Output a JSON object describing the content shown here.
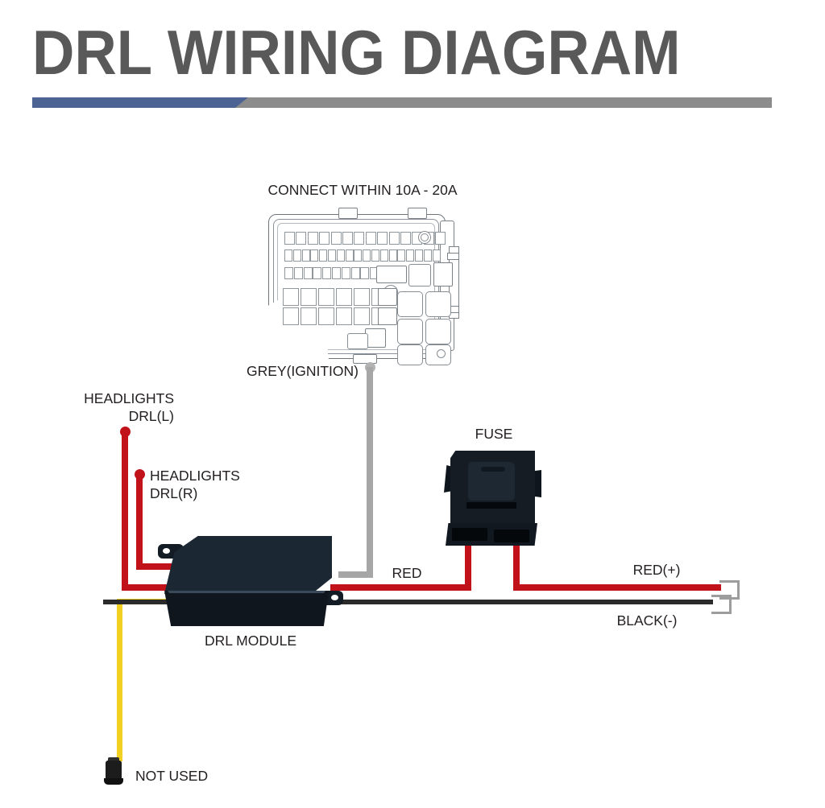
{
  "header": {
    "title": "DRL WIRING DIAGRAM",
    "rule_blue_color": "#4c6394",
    "rule_grey_color": "#8c8c8c",
    "title_color": "#595959"
  },
  "diagram": {
    "type": "wiring-diagram",
    "labels": {
      "fusebox_note": "CONNECT WITHIN 10A - 20A",
      "ignition_wire": "GREY(IGNITION)",
      "headlight_left_line1": "HEADLIGHTS",
      "headlight_left_line2": "DRL(L)",
      "headlight_right_line1": "HEADLIGHTS",
      "headlight_right_line2": "DRL(R)",
      "drl_module": "DRL MODULE",
      "fuse": "FUSE",
      "red_wire": "RED",
      "red_positive": "RED(+)",
      "black_negative": "BLACK(-)",
      "not_used": "NOT USED"
    },
    "components": [
      {
        "name": "fuse-box",
        "label": "CONNECT WITHIN 10A - 20A"
      },
      {
        "name": "drl-module",
        "label": "DRL MODULE"
      },
      {
        "name": "fuse-holder",
        "label": "FUSE"
      },
      {
        "name": "unused-connector",
        "label": "NOT USED"
      }
    ],
    "wires": [
      {
        "name": "headlight-drl-left",
        "color": "#c1121a",
        "color_name": "red",
        "label": "HEADLIGHTS DRL(L)"
      },
      {
        "name": "headlight-drl-right",
        "color": "#c1121a",
        "color_name": "red",
        "label": "HEADLIGHTS DRL(R)"
      },
      {
        "name": "ignition",
        "color": "#a6a6a6",
        "color_name": "grey",
        "label": "GREY(IGNITION)"
      },
      {
        "name": "fuse-feed",
        "color": "#c1121a",
        "color_name": "red",
        "label": "RED"
      },
      {
        "name": "power-positive",
        "color": "#c1121a",
        "color_name": "red",
        "label": "RED(+)"
      },
      {
        "name": "ground-negative",
        "color": "#2b2b2b",
        "color_name": "black",
        "label": "BLACK(-)"
      },
      {
        "name": "unused",
        "color": "#f2d022",
        "color_name": "yellow",
        "label": "NOT USED"
      }
    ]
  }
}
